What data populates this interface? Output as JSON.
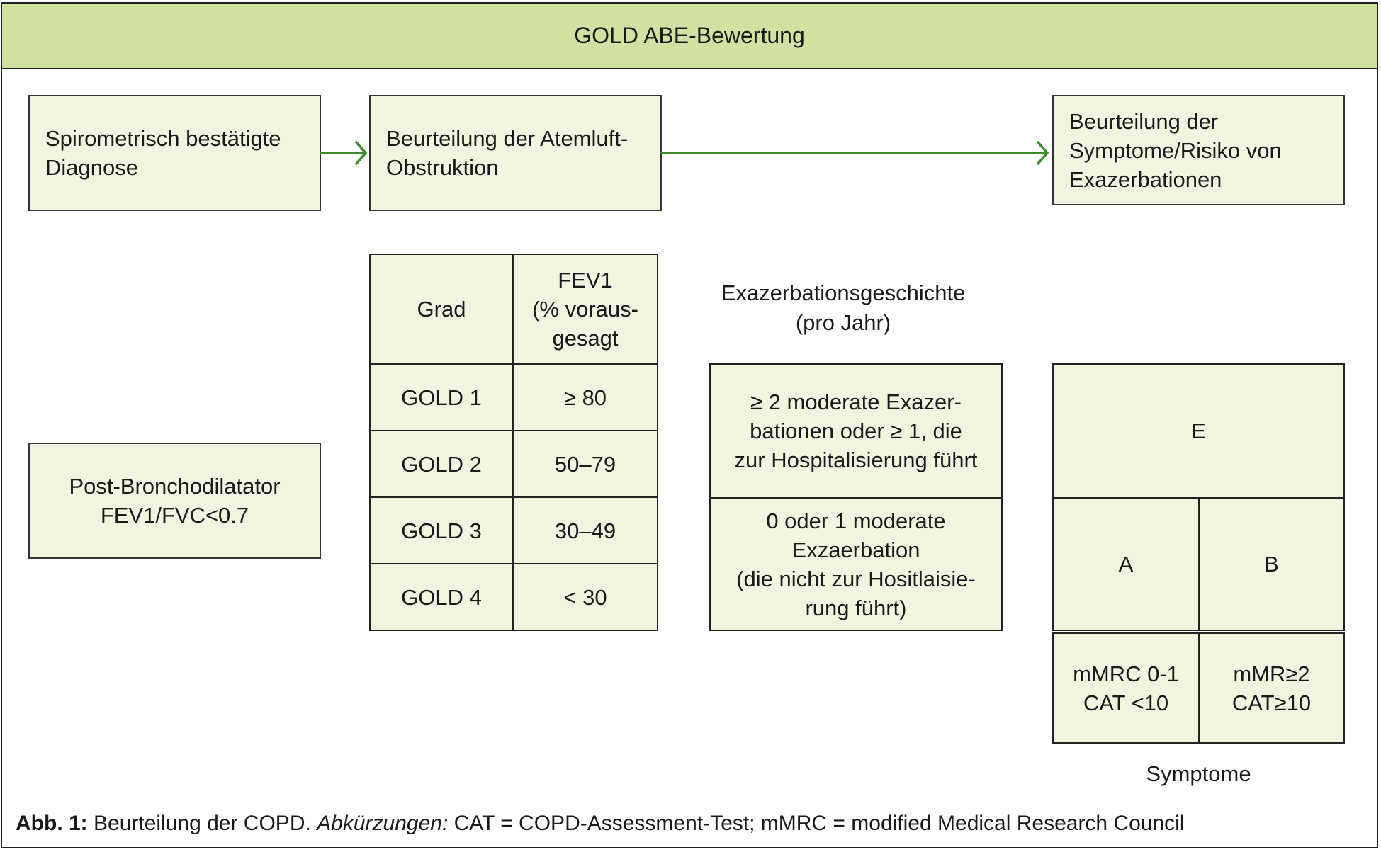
{
  "header": {
    "title": "GOLD ABE-Bewertung"
  },
  "flow": {
    "step1": "Spirometrisch bestätigte\nDiagnose",
    "step2": "Beurteilung der Atemluft-\nObstruktion",
    "step3": "Beurteilung der\nSymptome/Risiko von\nExazerbationen"
  },
  "spirometry": {
    "criterion": "Post-Bronchodilatator\nFEV1/FVC<0.7"
  },
  "gold_table": {
    "header_grade": "Grad",
    "header_fev1": "FEV1\n(% voraus-\ngesagt",
    "rows": [
      {
        "grade": "GOLD 1",
        "fev1": "≥ 80"
      },
      {
        "grade": "GOLD 2",
        "fev1": "50–79"
      },
      {
        "grade": "GOLD 3",
        "fev1": "30–49"
      },
      {
        "grade": "GOLD 4",
        "fev1": "< 30"
      }
    ]
  },
  "exacerbation": {
    "title": "Exazerbationsgeschichte\n(pro Jahr)",
    "high": "≥ 2 moderate Exazer-\nbationen oder ≥ 1, die\nzur Hospitalisierung führt",
    "low": "0 oder 1 moderate\nExzaerbation\n(die nicht zur Hositlaisie-\nrung führt)"
  },
  "abe_grid": {
    "group_e": "E",
    "group_a": "A",
    "group_b": "B",
    "symptoms_low": "mMRC 0-1\nCAT <10",
    "symptoms_high": "mMR≥2\nCAT≥10",
    "axis_label": "Symptome"
  },
  "caption": {
    "label": "Abb. 1:",
    "text": " Beurteilung der COPD. ",
    "abbr_label": "Abkürzungen:",
    "abbr_text": " CAT = COPD-Assessment-Test; mMRC = modified Medical Research Council"
  },
  "colors": {
    "header_bg": "#d1e1a1",
    "box_bg": "#f1f5e0",
    "arrow": "#3d8a2e"
  }
}
